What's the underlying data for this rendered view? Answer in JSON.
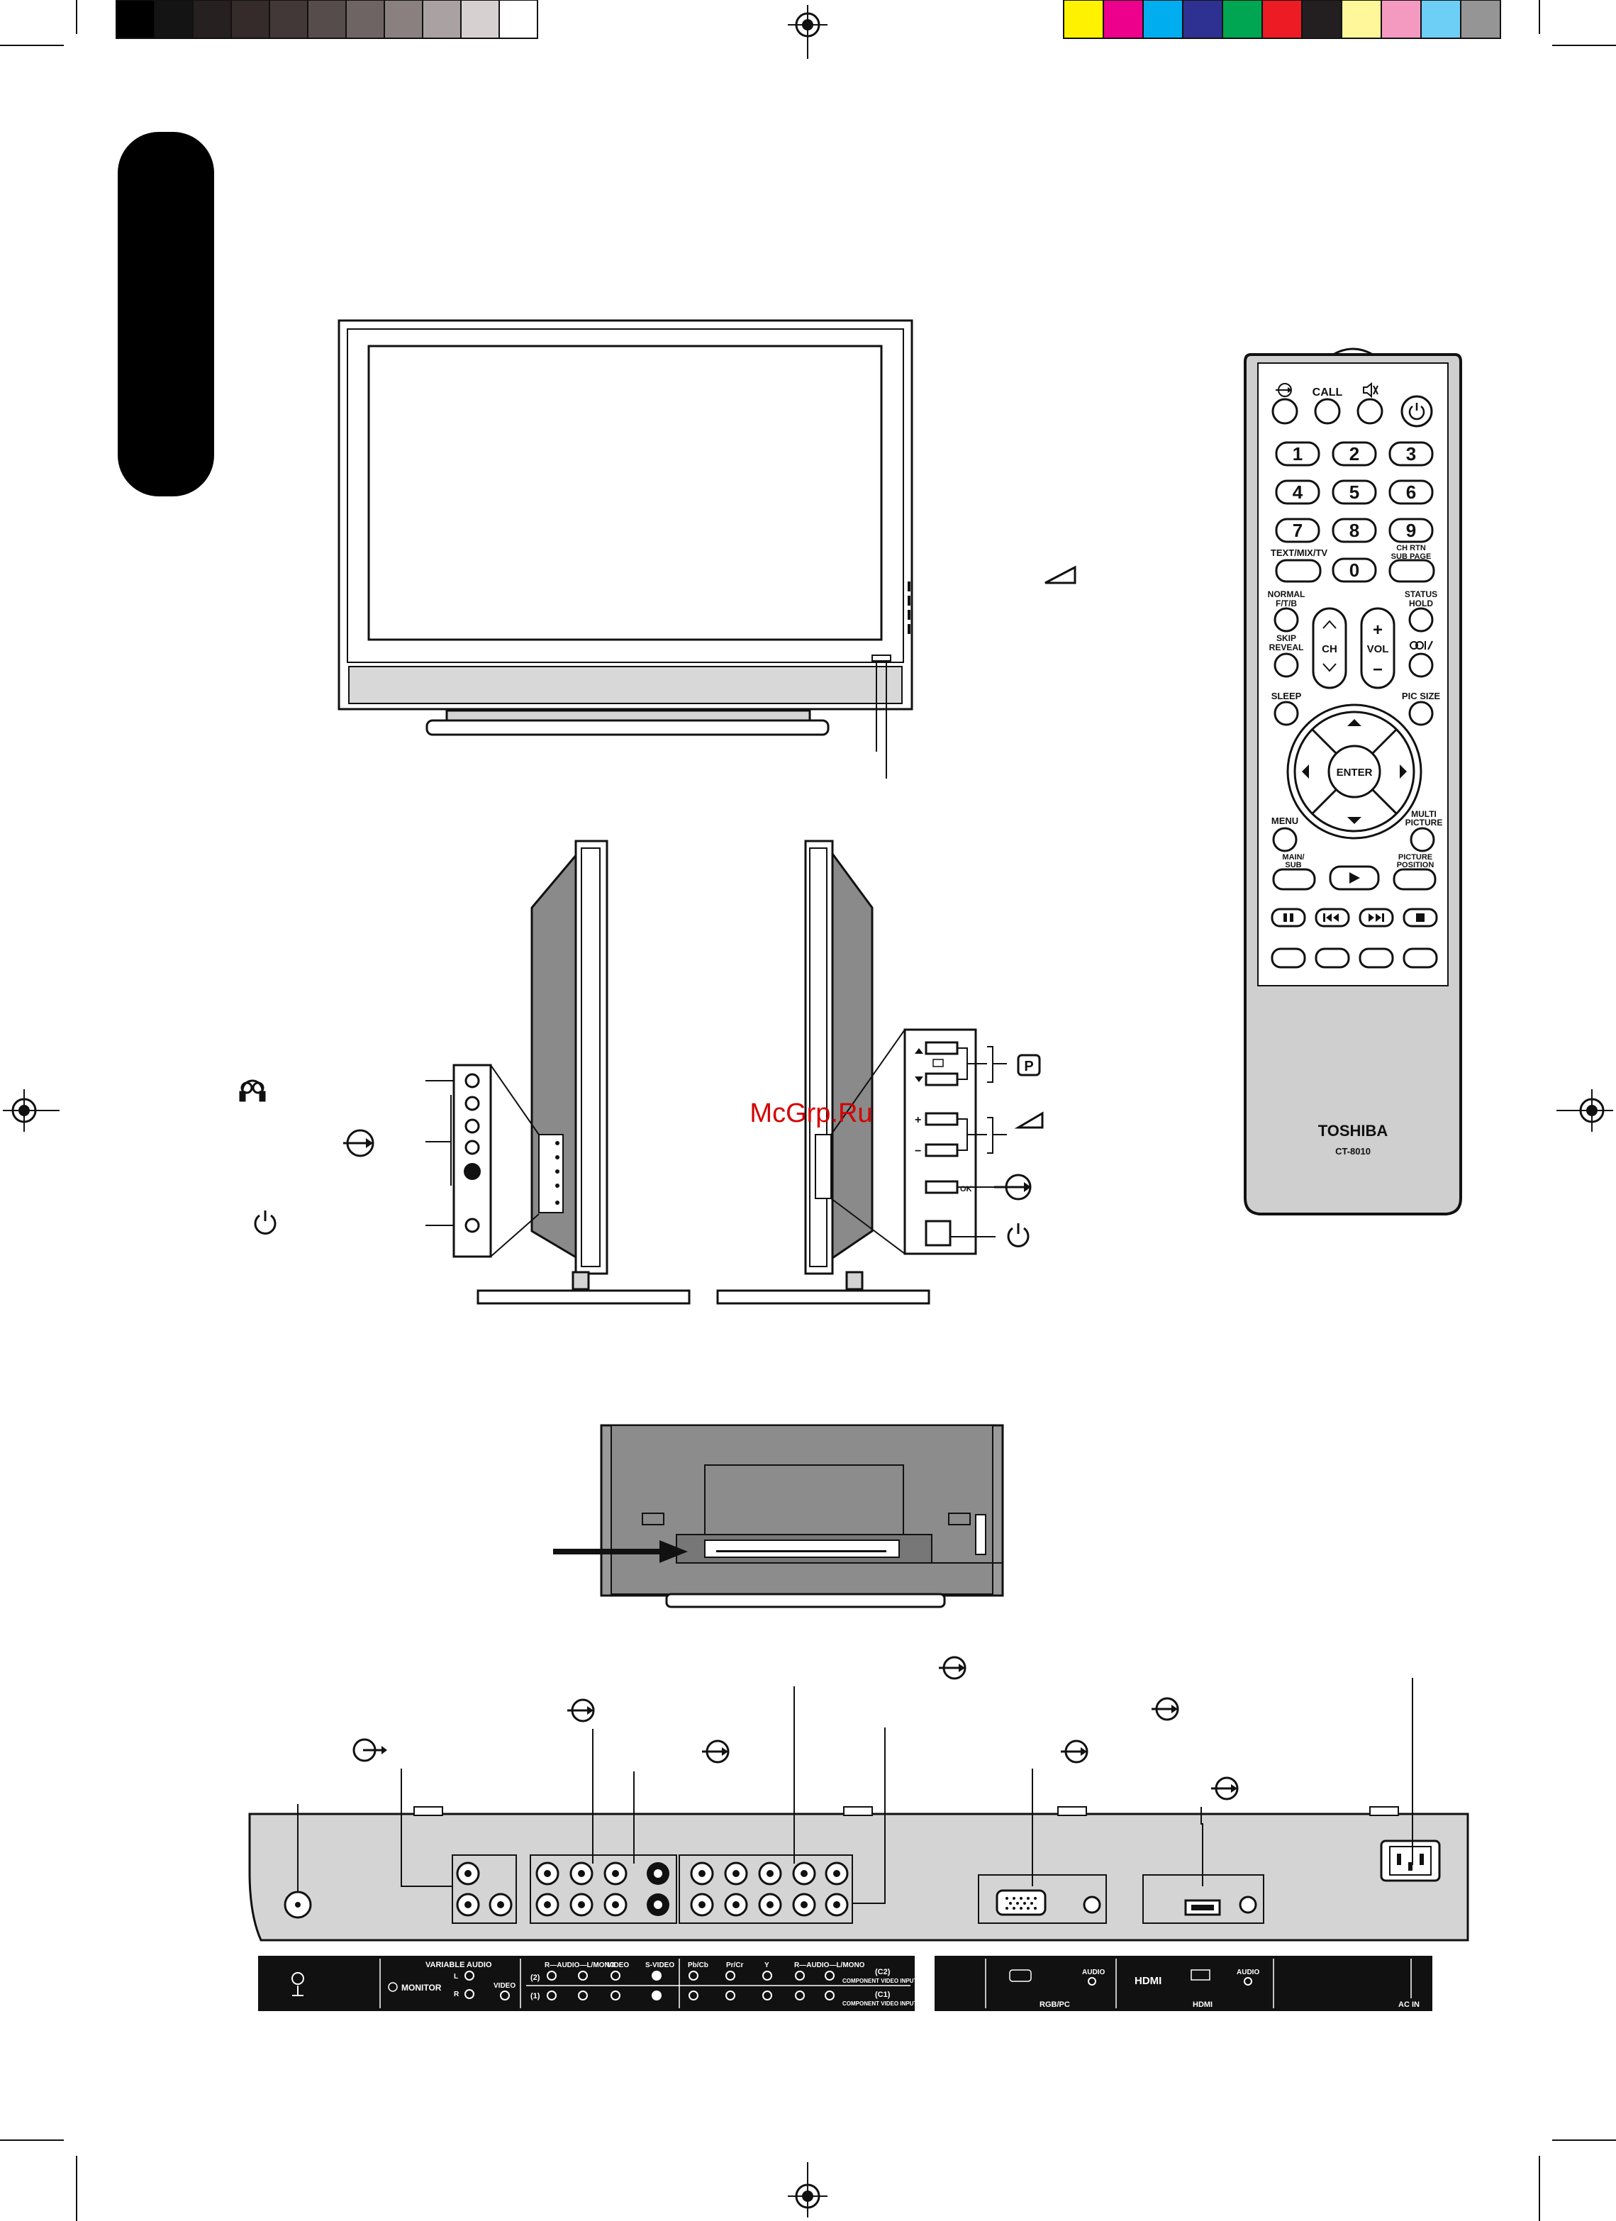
{
  "color_bars": {
    "gray_scale": [
      "#000000",
      "#141414",
      "#262020",
      "#352b2b",
      "#433838",
      "#574c4c",
      "#6f6464",
      "#8a8080",
      "#aaa2a2",
      "#d6d0d0",
      "#ffffff"
    ],
    "process_colors": [
      "#fff200",
      "#ec008c",
      "#00aeef",
      "#2e3192",
      "#00a651",
      "#ed1c24",
      "#231f20",
      "#fff799",
      "#f49ac1",
      "#6dcff6",
      "#959595"
    ]
  },
  "watermark": "McGrp.Ru",
  "remote": {
    "top_labels": [
      "CALL"
    ],
    "numbers": [
      "1",
      "2",
      "3",
      "4",
      "5",
      "6",
      "7",
      "8",
      "9",
      "0"
    ],
    "labels": {
      "text_mix_tv": "TEXT/MIX/TV",
      "ch_rtn": "CH RTN",
      "sub_page": "SUB PAGE",
      "normal_1": "NORMAL",
      "normal_2": "F/T/B",
      "status_1": "STATUS",
      "status_2": "HOLD",
      "skip_1": "SKIP",
      "skip_2": "REVEAL",
      "ch": "CH",
      "vol": "VOL",
      "sleep": "SLEEP",
      "pic_size": "PIC SIZE",
      "enter": "ENTER",
      "menu": "MENU",
      "multi_1": "MULTI",
      "multi_2": "PICTURE",
      "main_1": "MAIN/",
      "main_2": "SUB",
      "picpos_1": "PICTURE",
      "picpos_2": "POSITION"
    },
    "brand": "TOSHIBA",
    "model": "CT-8010"
  },
  "side_panel": {
    "p_label": "P",
    "ok_label": "OK"
  },
  "back_panel": {
    "variable_audio": "VARIABLE AUDIO",
    "monitor": "MONITOR",
    "video": "VIDEO",
    "l": "L",
    "r": "R",
    "audio_mono": "R—AUDIO—L/MONO",
    "video2": "VIDEO",
    "s_video": "S-VIDEO",
    "in2": "(2)",
    "in1": "(1)",
    "pb": "Pb/Cb",
    "pr": "Pr/Cr",
    "y": "Y",
    "audio_mono2": "R—AUDIO—L/MONO",
    "c2": "(C2)",
    "c1": "(C1)",
    "component": "COMPONENT VIDEO INPUT",
    "audio": "AUDIO",
    "rgb_pc": "RGB/PC",
    "hdmi_logo": "HDMI",
    "hdmi_audio": "AUDIO",
    "hdmi": "HDMI",
    "ac_in": "AC IN"
  }
}
